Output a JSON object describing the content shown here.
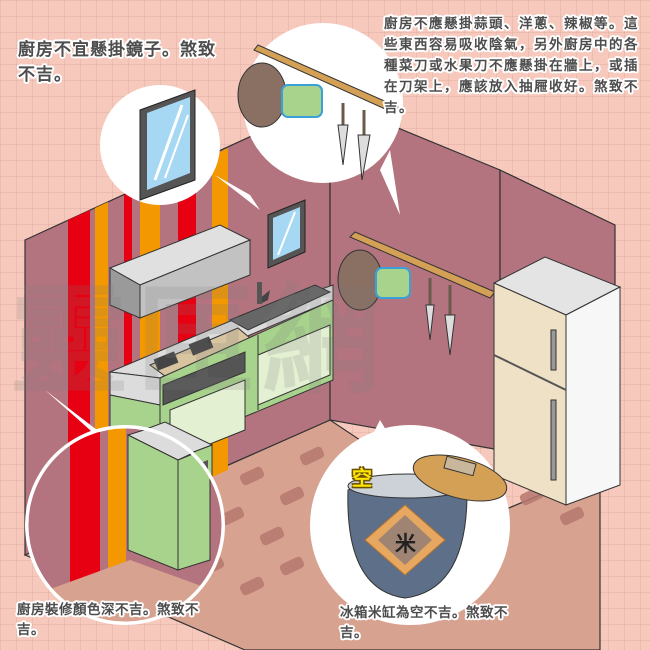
{
  "captions": {
    "mirror": "廚房不宜懸掛鏡子。煞致不吉。",
    "hanging": "廚房不應懸掛蒜頭、洋蔥、辣椒等。這些東西容易吸收陰氣，另外廚房中的各種菜刀或水果刀不應懸掛在牆上，或插在刀架上，應該放入抽屜收好。煞致不吉。",
    "dark_color": "廚房裝修顏色深不吉。煞致不吉。",
    "empty_rice": "冰箱米缸為空不吉。煞致不吉。"
  },
  "labels": {
    "empty": "空",
    "rice": "米"
  },
  "watermark": "靈匣網",
  "colors": {
    "background": "#f6c9bc",
    "wall": "#b4747f",
    "stripe_red": "#e60012",
    "stripe_orange": "#f39800",
    "cabinet_green": "#a8d38d",
    "cabinet_door": "#e3f0d2",
    "floor": "#d7a28f",
    "floor_tile": "#b7786f",
    "countertop": "#dcdcdc",
    "rice_jar": "#5e7089",
    "lid_wood": "#d4a055",
    "text": "#4d4d4d"
  }
}
